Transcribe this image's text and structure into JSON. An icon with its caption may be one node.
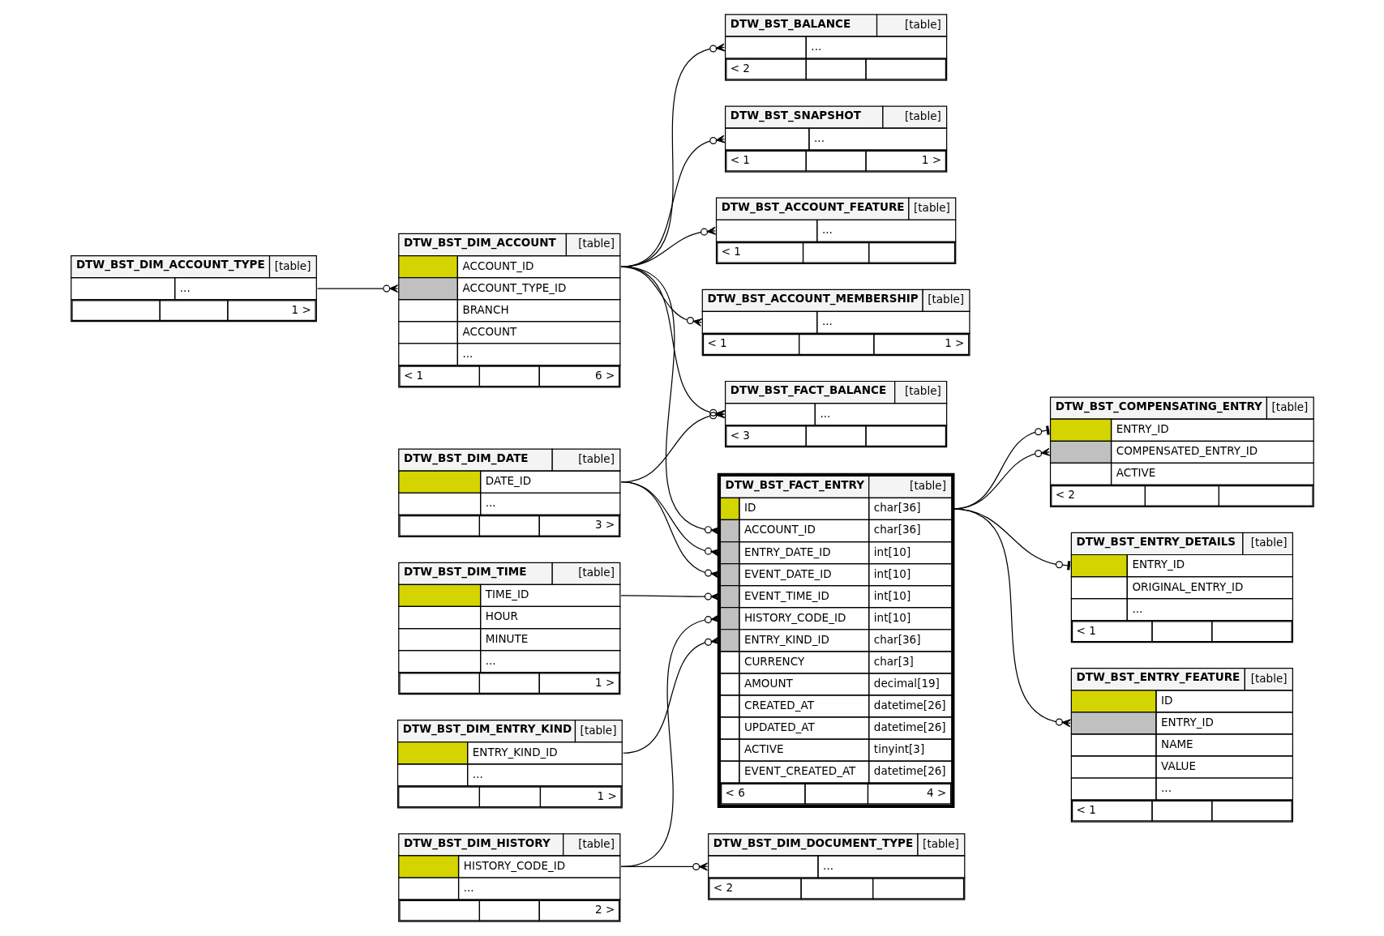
{
  "diagram": {
    "nodes": [
      {
        "text": [
          "DTW_BST_DIM_ACCOUNT_TYPE",
          "[table]",
          "...",
          "1 >"
        ]
      },
      {
        "text": [
          "DTW_BST_DIM_ACCOUNT",
          "[table]",
          "ACCOUNT_ID",
          "ACCOUNT_TYPE_ID",
          "BRANCH",
          "ACCOUNT",
          "...",
          "< 1",
          "6 >"
        ]
      },
      {
        "text": [
          "DTW_BST_DIM_DATE",
          "[table]",
          "DATE_ID",
          "...",
          "3 >"
        ]
      },
      {
        "text": [
          "DTW_BST_DIM_TIME",
          "[table]",
          "TIME_ID",
          "HOUR",
          "MINUTE",
          "...",
          "1 >"
        ]
      },
      {
        "text": [
          "DTW_BST_DIM_ENTRY_KIND",
          "[table]",
          "ENTRY_KIND_ID",
          "...",
          "1 >"
        ]
      },
      {
        "text": [
          "DTW_BST_DIM_HISTORY",
          "[table]",
          "HISTORY_CODE_ID",
          "...",
          "2 >"
        ]
      },
      {
        "text": [
          "DTW_BST_SNAPSHOT",
          "[table]",
          "...",
          "< 1",
          "1 >"
        ]
      },
      {
        "text": [
          "DTW_BST_ACCOUNT_FEATURE",
          "[table]",
          "...",
          "< 1"
        ]
      },
      {
        "text": [
          "DTW_BST_ACCOUNT_MEMBERSHIP",
          "[table]",
          "...",
          "< 1",
          "1 >"
        ]
      },
      {
        "text": [
          "DTW_BST_BALANCE",
          "[table]",
          "...",
          "< 2"
        ]
      },
      {
        "text": [
          "DTW_BST_FACT_BALANCE",
          "[table]",
          "...",
          "< 3"
        ]
      },
      {
        "text": [
          "DTW_BST_FACT_ENTRY",
          "[table]",
          "ID",
          "char[36]",
          "ACCOUNT_ID",
          "char[36]",
          "ENTRY_DATE_ID",
          "int[10]",
          "EVENT_DATE_ID",
          "int[10]",
          "EVENT_TIME_ID",
          "int[10]",
          "HISTORY_CODE_ID",
          "int[10]",
          "ENTRY_KIND_ID",
          "char[36]",
          "CURRENCY",
          "char[3]",
          "AMOUNT",
          "decimal[19]",
          "CREATED_AT",
          "datetime[26]",
          "UPDATED_AT",
          "datetime[26]",
          "ACTIVE",
          "tinyint[3]",
          "EVENT_CREATED_AT",
          "datetime[26]",
          "< 6",
          "4 >"
        ]
      },
      {
        "text": [
          "DTW_BST_DIM_DOCUMENT_TYPE",
          "[table]",
          "...",
          "< 2"
        ]
      },
      {
        "text": [
          "DTW_BST_COMPENSATING_ENTRY",
          "[table]",
          "ENTRY_ID",
          "COMPENSATED_ENTRY_ID",
          "ACTIVE",
          "< 2"
        ]
      },
      {
        "text": [
          "DTW_BST_ENTRY_DETAILS",
          "[table]",
          "ENTRY_ID",
          "ORIGINAL_ENTRY_ID",
          "...",
          "< 1"
        ]
      },
      {
        "text": [
          "DTW_BST_ENTRY_FEATURE",
          "[table]",
          "ID",
          "ENTRY_ID",
          "NAME",
          "VALUE",
          "...",
          "< 1"
        ]
      }
    ],
    "edges": [
      {
        "from": 0,
        "to": 1,
        "arrow": "other"
      },
      {
        "from": 1,
        "to": 6,
        "arrow": "other"
      },
      {
        "from": 1,
        "to": 7,
        "arrow": "other"
      },
      {
        "from": 1,
        "to": 8,
        "arrow": "other"
      },
      {
        "from": 1,
        "to": 9,
        "arrow": "other"
      },
      {
        "from": 1,
        "to": 10,
        "arrow": "other"
      },
      {
        "from": 1,
        "to": 11,
        "arrow": "other"
      },
      {
        "from": 2,
        "to": 10,
        "arrow": "other"
      },
      {
        "from": 2,
        "to": 11,
        "arrow": "other"
      },
      {
        "from": 2,
        "to": 11,
        "arrow": "other"
      },
      {
        "from": 3,
        "to": 11,
        "arrow": "other"
      },
      {
        "from": 4,
        "to": 11,
        "arrow": "other"
      },
      {
        "from": 5,
        "to": 11,
        "arrow": "other"
      },
      {
        "from": 5,
        "to": 12,
        "arrow": "other"
      },
      {
        "from": 11,
        "to": 13,
        "arrow": "other"
      },
      {
        "from": 11,
        "to": 13,
        "arrow": "other"
      },
      {
        "from": 11,
        "to": 14,
        "arrow": "other"
      },
      {
        "from": 11,
        "to": 15,
        "arrow": "other"
      }
    ]
  }
}
